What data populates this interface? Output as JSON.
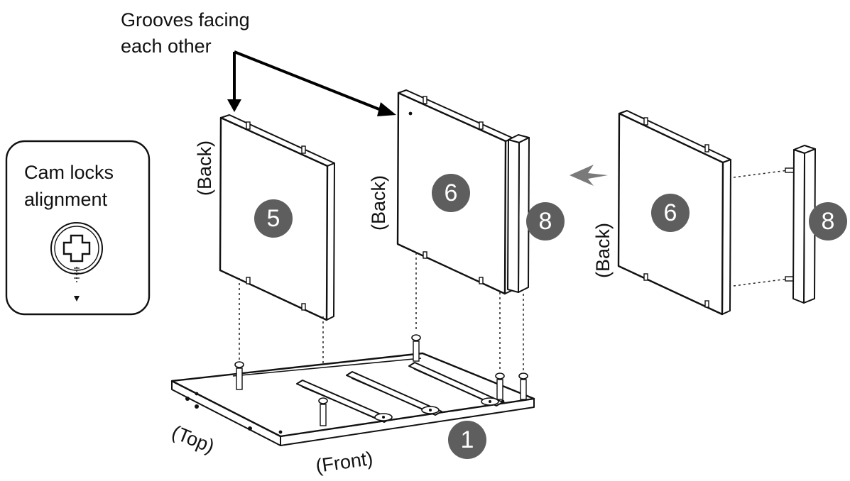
{
  "annotations": {
    "grooves_line1": "Grooves facing",
    "grooves_line2": "each other",
    "callout_line1": "Cam locks",
    "callout_line2": "alignment",
    "back_left": "(Back)",
    "back_middle": "(Back)",
    "back_right": "(Back)",
    "top": "(Top)",
    "front": "(Front)"
  },
  "parts": {
    "panel_5": "5",
    "panel_6_mid": "6",
    "rail_8_mid": "8",
    "panel_6_right": "6",
    "rail_8_right": "8",
    "base_1": "1"
  },
  "icons": {
    "cam_lock": "cam-lock-cross-icon",
    "direction_arrow": "arrow-left-icon"
  },
  "colors": {
    "badge_fill": "#5e5e5e",
    "line": "#111111",
    "arrow_gray": "#7a7a7a",
    "background": "#ffffff"
  }
}
